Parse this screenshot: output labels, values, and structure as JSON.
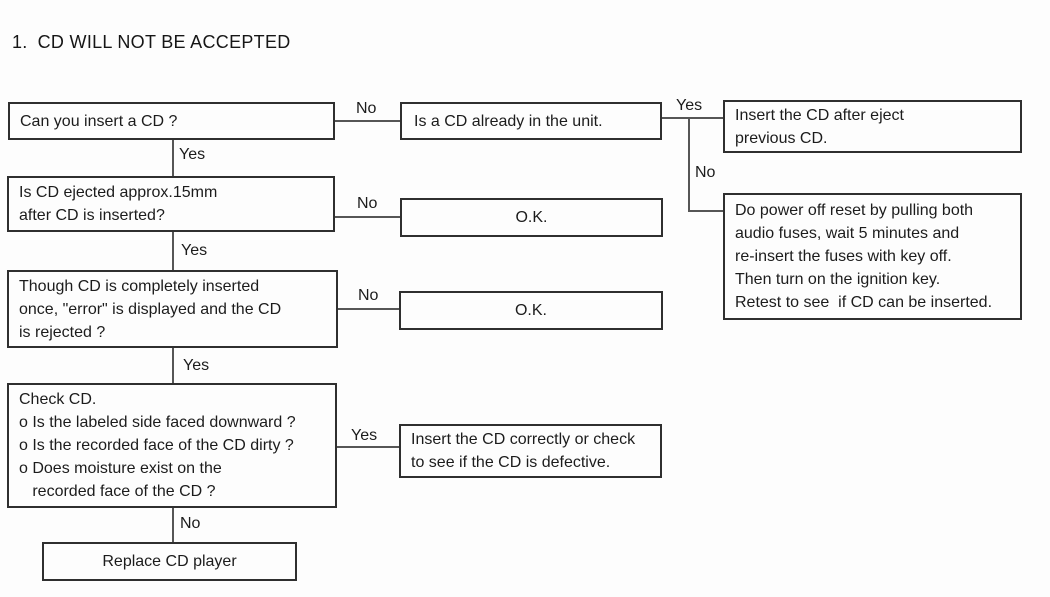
{
  "title": {
    "number": "1.",
    "text": "CD WILL NOT BE ACCEPTED"
  },
  "colors": {
    "background": "#fdfdfd",
    "ink": "#1c1c1c",
    "border": "#2f2f2f",
    "line": "#565656"
  },
  "nodes": {
    "q1": {
      "text": "Can you insert a CD ?"
    },
    "q2": {
      "text": "Is a CD already in the unit."
    },
    "a1": {
      "text": "Insert the CD after eject\nprevious CD."
    },
    "a2": {
      "text": "Do power off reset by pulling both\naudio fuses, wait 5 minutes and\nre-insert the fuses with key off.\nThen turn on the ignition key.\nRetest to see  if CD can be inserted."
    },
    "q3": {
      "text": "Is CD ejected approx.15mm\nafter CD is inserted?"
    },
    "ok1": {
      "text": "O.K."
    },
    "q4": {
      "text": "Though CD is completely inserted\nonce, \"error\" is displayed and the CD\nis rejected ?"
    },
    "ok2": {
      "text": "O.K."
    },
    "q5": {
      "text": "Check CD.\no Is the labeled side faced downward ?\no Is the recorded face of the CD dirty ?\no Does moisture exist on the\n   recorded face of the CD ?"
    },
    "a3": {
      "text": "Insert the CD correctly or check\nto see if the CD is defective."
    },
    "a4": {
      "text": "Replace CD player"
    }
  },
  "edge_labels": {
    "q1_no": "No",
    "q1_yes": "Yes",
    "q2_yes": "Yes",
    "q2_no": "No",
    "q3_no": "No",
    "q3_yes": "Yes",
    "q4_no": "No",
    "q4_yes": "Yes",
    "q5_yes": "Yes",
    "q5_no": "No"
  }
}
